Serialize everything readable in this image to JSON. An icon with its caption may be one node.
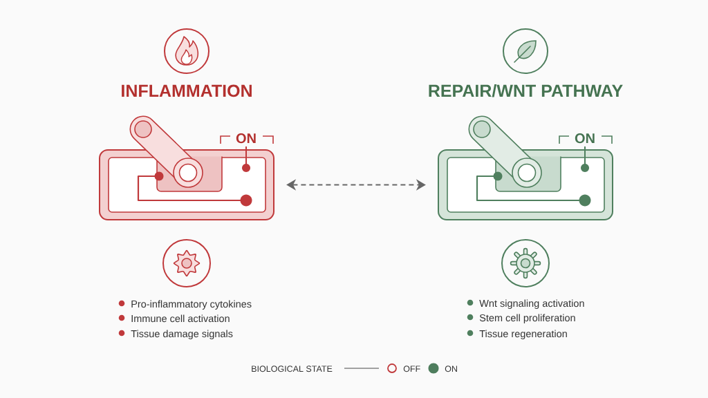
{
  "diagram": {
    "nodes": [
      {
        "text": [
          "INFLAMMATION",
          "ON"
        ]
      },
      {
        "text": [
          "REPAIR/WNT PATHWAY",
          "ON"
        ]
      }
    ],
    "edges": [
      {
        "from": 0,
        "to": 1,
        "arrow": "both",
        "style": "dashed"
      }
    ],
    "labels": [
      "Pro-inflammatory cytokines",
      "Immune cell activation",
      "Tissue damage signals",
      "Wnt signaling activation",
      "Stem cell proliferation",
      "Tissue regeneration",
      "BIOLOGICAL STATE"
    ],
    "legend": [
      {
        "text": "OFF"
      },
      {
        "text": "ON",
        "color": "#4e7d5d"
      }
    ]
  }
}
